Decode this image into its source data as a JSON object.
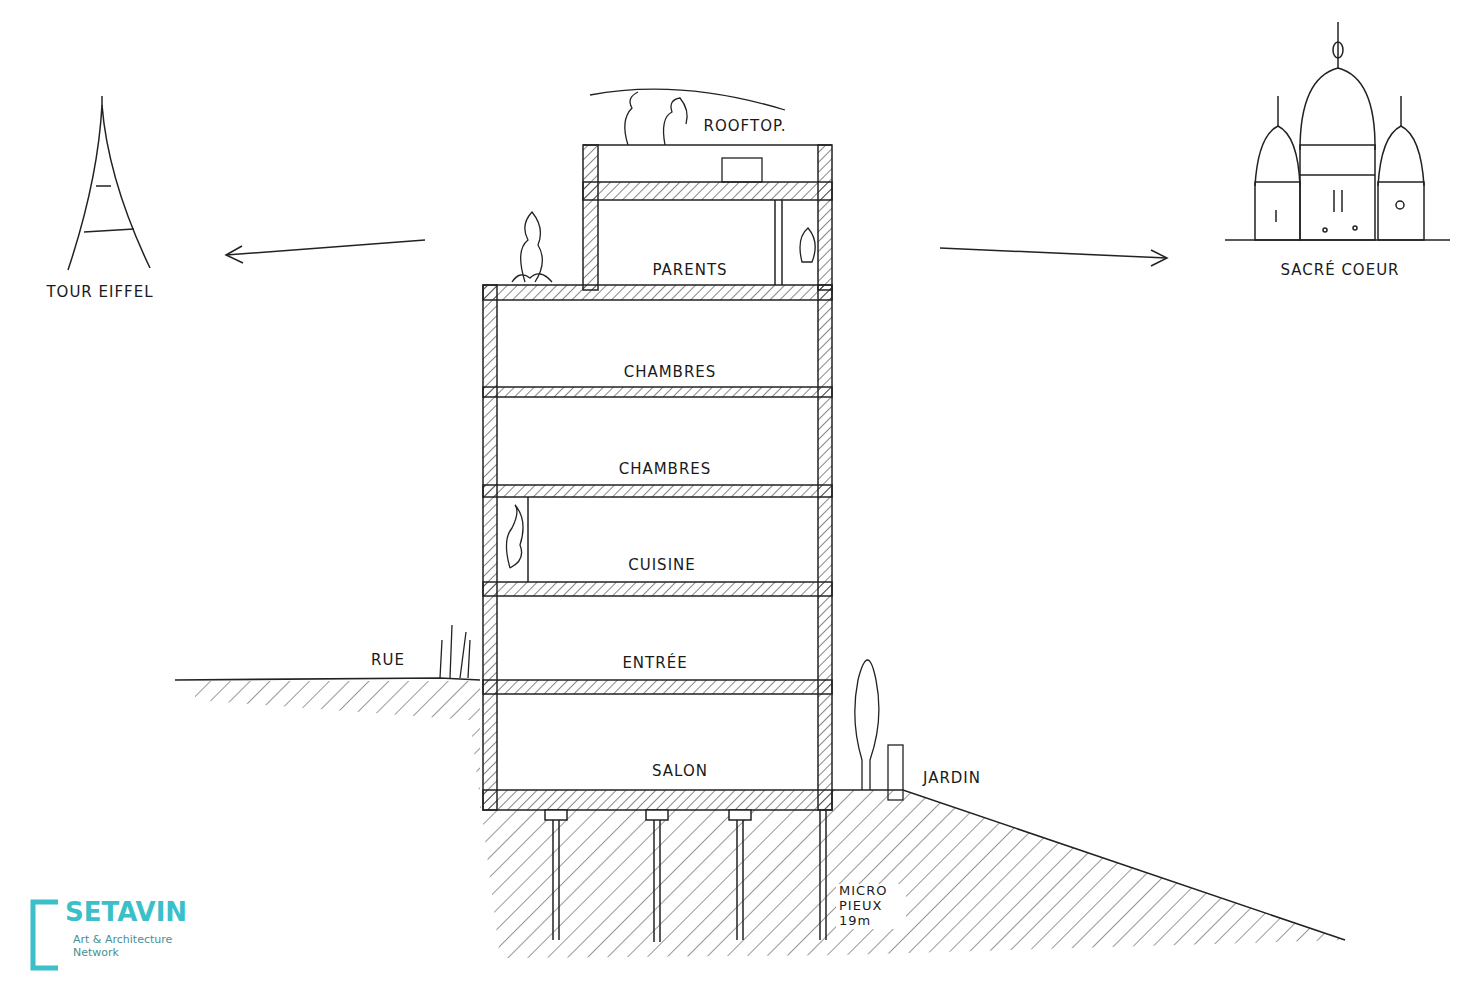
{
  "diagram": {
    "labels": [
      "ROOFTOP.",
      "TOUR EIFFEL",
      "SACRÉ COEUR",
      "PARENTS",
      "CHAMBRES",
      "CHAMBRES",
      "CUISINE",
      "RUE",
      "ENTRÉE",
      "SALON",
      "JARDIN",
      "MICRO PIEUX 19m",
      "SETAVIN",
      "Art & Architecture Network"
    ]
  }
}
